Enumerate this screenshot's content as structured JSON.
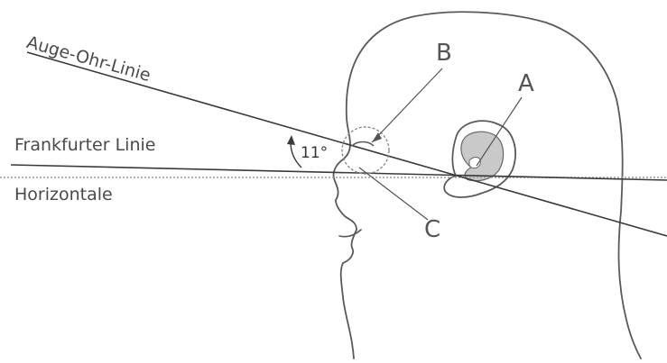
{
  "labels": {
    "auge_ohr_linie": "Auge-Ohr-Linie",
    "frankfurter_linie": "Frankfurter Linie",
    "horizontale": "Horizontale",
    "point_a": "A",
    "point_b": "B",
    "point_c": "C",
    "angle": "11°"
  },
  "colors": {
    "line": "#3a3a3a",
    "outline": "#5a5a5a",
    "ear_fill": "#c9c9c9",
    "dotted": "#9a9a9a",
    "text": "#4a4a4a"
  }
}
